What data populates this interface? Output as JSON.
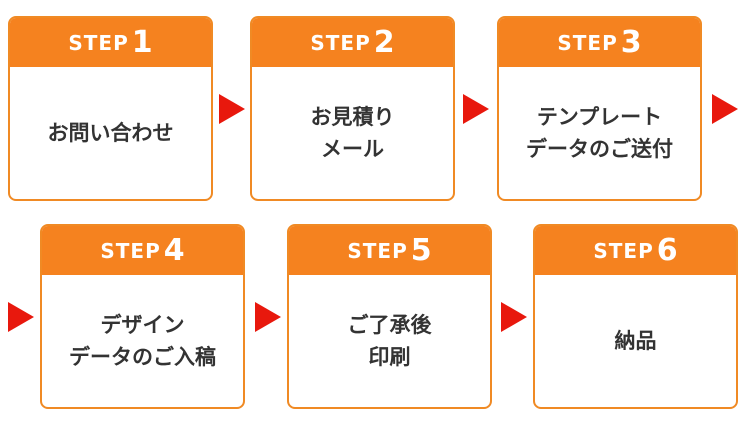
{
  "steps": [
    {
      "label": "STEP",
      "number": "1",
      "lines": [
        "お問い合わせ"
      ]
    },
    {
      "label": "STEP",
      "number": "2",
      "lines": [
        "お見積り",
        "メール"
      ]
    },
    {
      "label": "STEP",
      "number": "3",
      "lines": [
        "テンプレート",
        "データのご送付"
      ]
    },
    {
      "label": "STEP",
      "number": "4",
      "lines": [
        "デザイン",
        "データのご入稿"
      ]
    },
    {
      "label": "STEP",
      "number": "5",
      "lines": [
        "ご了承後",
        "印刷"
      ]
    },
    {
      "label": "STEP",
      "number": "6",
      "lines": [
        "納品"
      ]
    }
  ],
  "colors": {
    "header": "#f5821f",
    "border": "#f08a24",
    "arrow": "#e8180d",
    "text": "#333333"
  }
}
